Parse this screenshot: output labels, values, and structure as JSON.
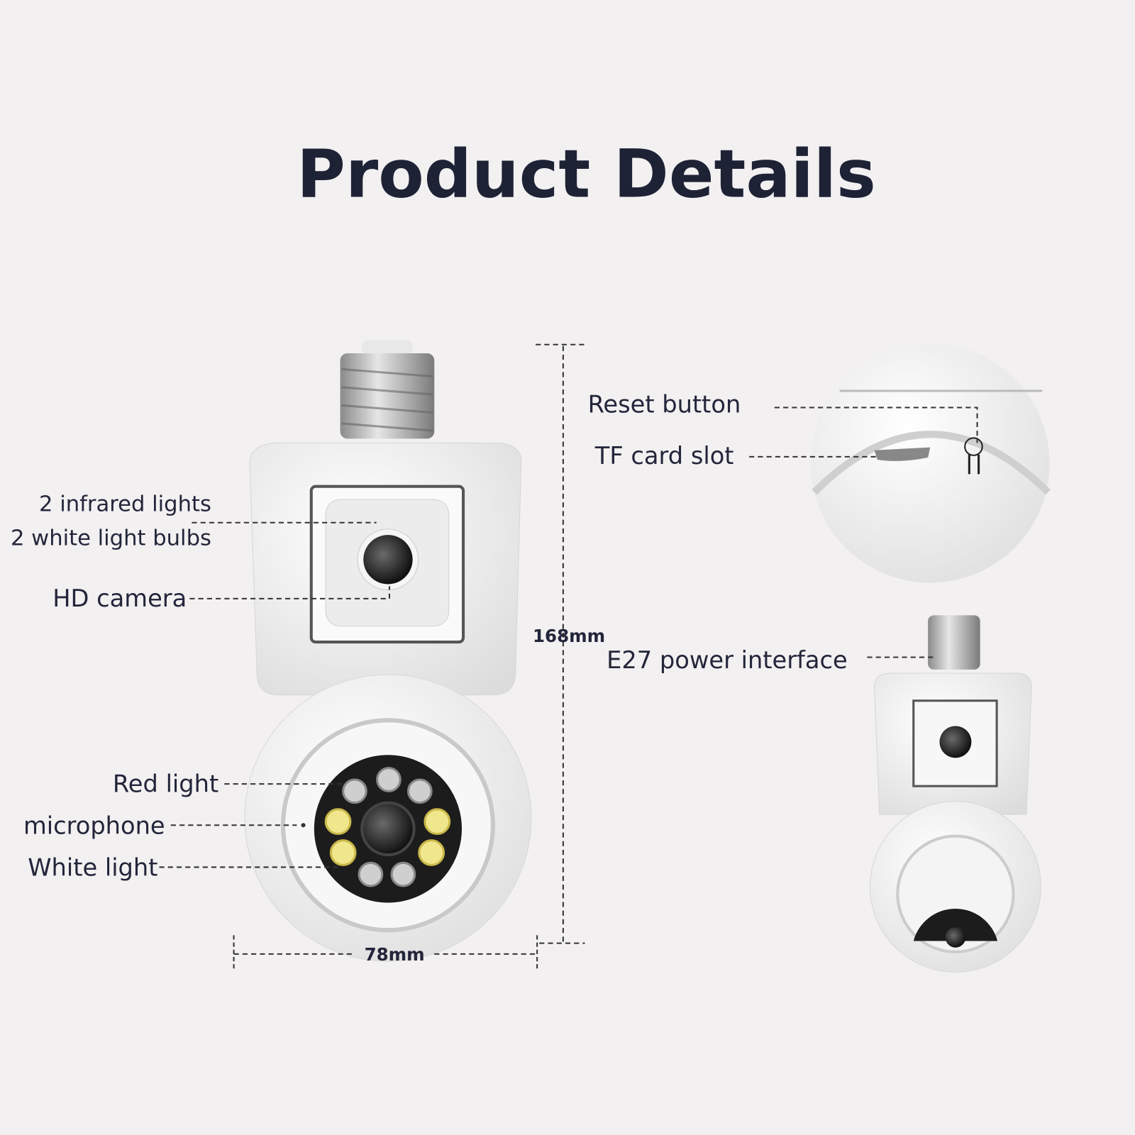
{
  "title": "Product Details",
  "labels": {
    "infrared": "2 infrared lights",
    "white_bulbs": "2 white light bulbs",
    "hd_camera": "HD camera",
    "red_light": "Red light",
    "microphone": "microphone",
    "white_light": "White light",
    "reset_button": "Reset button",
    "tf_card": "TF card slot",
    "e27": "E27 power interface"
  },
  "dimensions": {
    "height": "168mm",
    "width": "78mm"
  }
}
